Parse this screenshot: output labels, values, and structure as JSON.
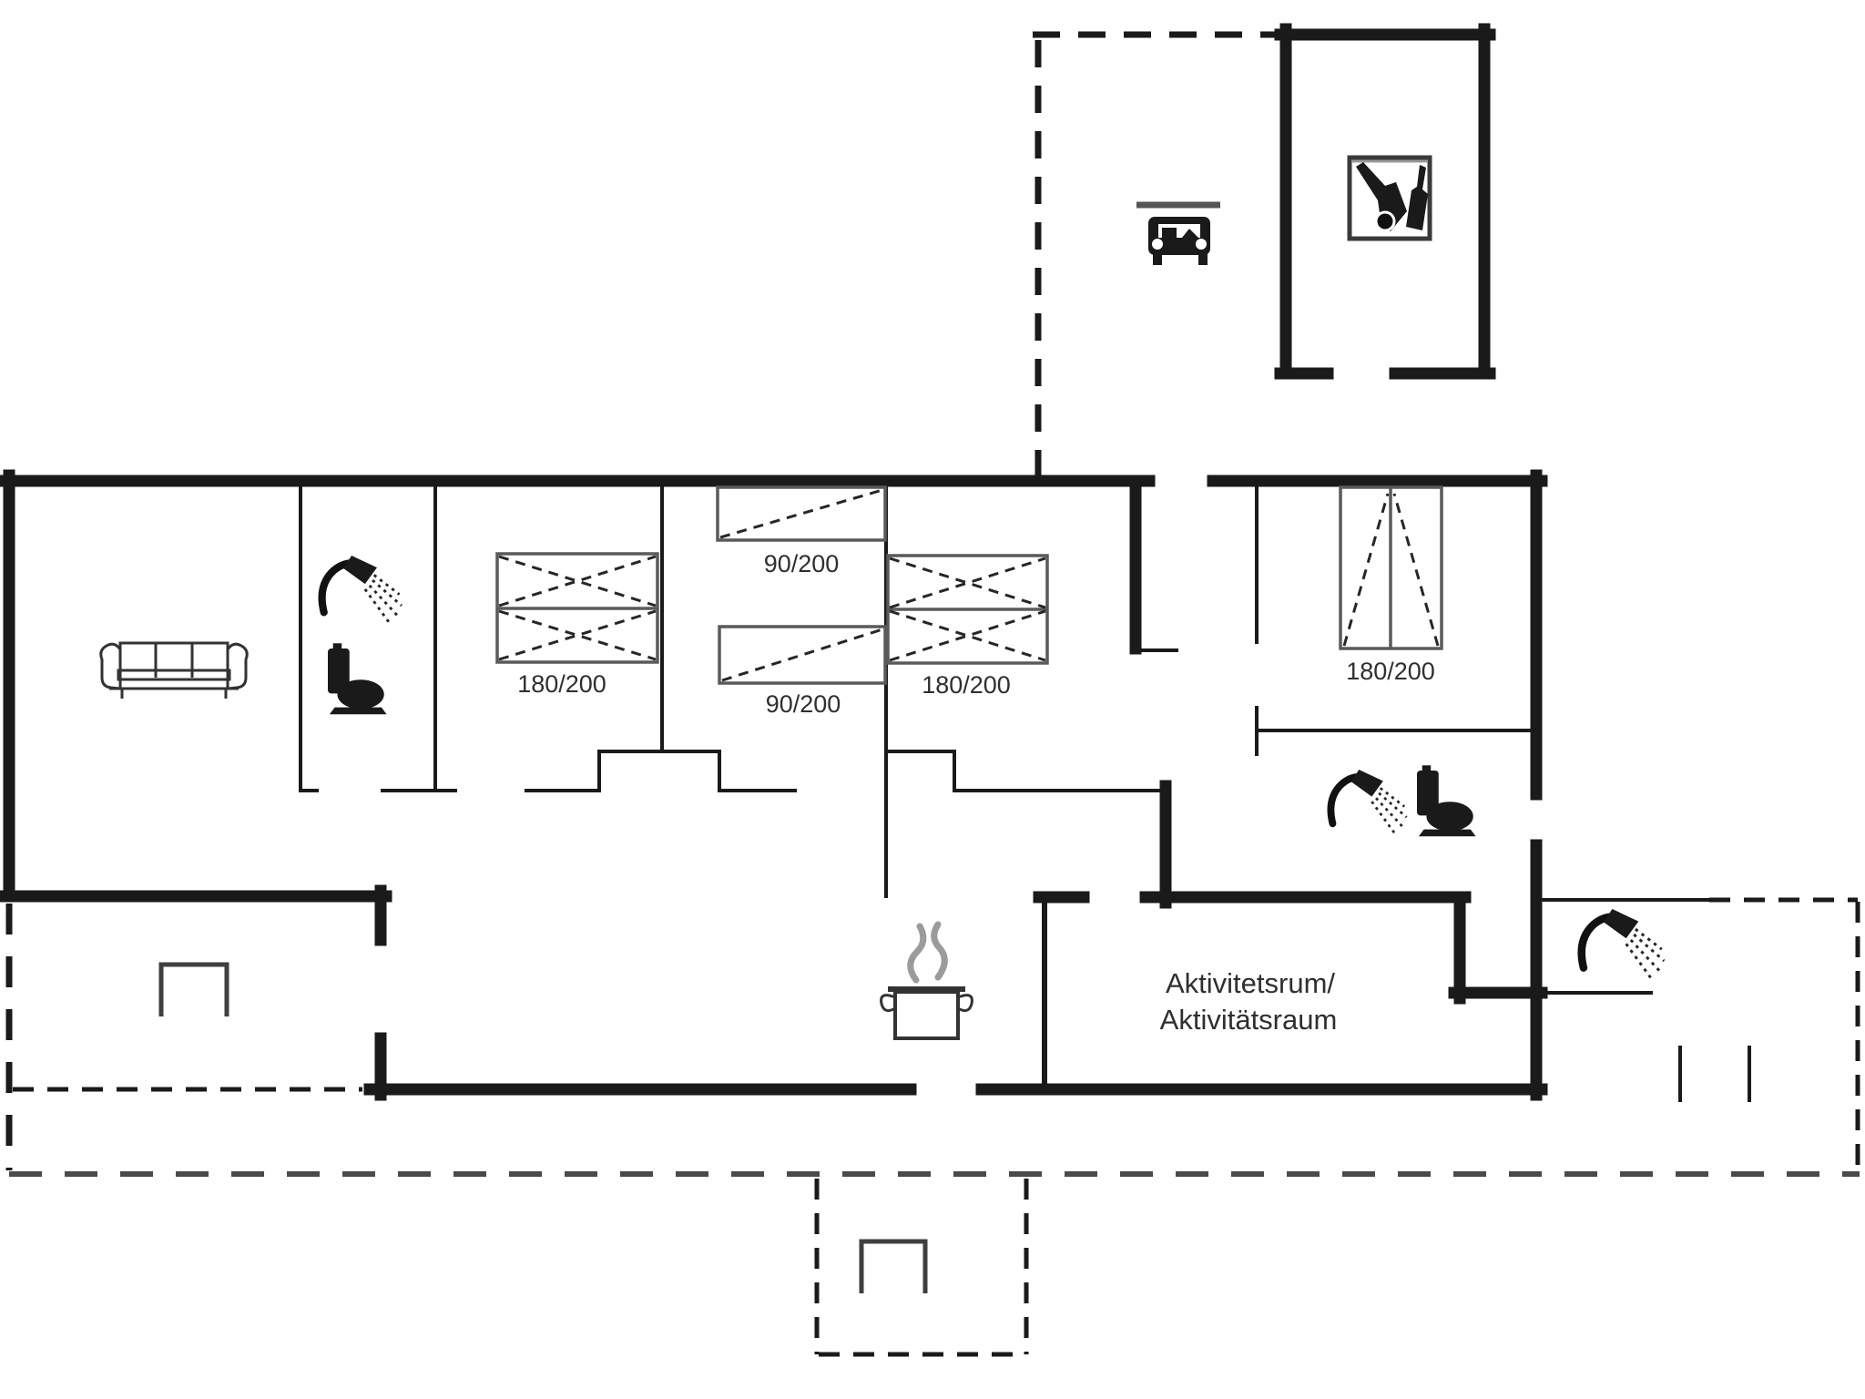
{
  "labels": {
    "bed_double_west": "180/200",
    "bed_single_top": "90/200",
    "bed_single_bottom": "90/200",
    "bed_double_mid": "180/200",
    "bed_double_east": "180/200",
    "activity_room_line1": "Aktivitetsrum/",
    "activity_room_line2": "Aktivitätsraum"
  },
  "icons": {
    "sofa": "sofa-icon",
    "shower_bathroom_west": "shower-icon",
    "toilet_bathroom_west": "toilet-icon",
    "shower_bathroom_east": "shower-icon",
    "toilet_bathroom_east": "toilet-icon",
    "shower_outdoor": "shower-icon",
    "car": "car-icon",
    "bottle_crate": "bottle-crate-icon",
    "cooking_pot": "cooking-pot-icon",
    "grill_west_terrace": "grill-icon",
    "grill_south_terrace": "grill-icon"
  },
  "colors": {
    "wall": "#1a1a1a",
    "furniture": "#5a5a5a",
    "diagonal": "#262626",
    "steam": "#9b9b9b",
    "text": "#2f2f2f",
    "dash_gray": "#4a4a4a",
    "background": "#ffffff"
  }
}
